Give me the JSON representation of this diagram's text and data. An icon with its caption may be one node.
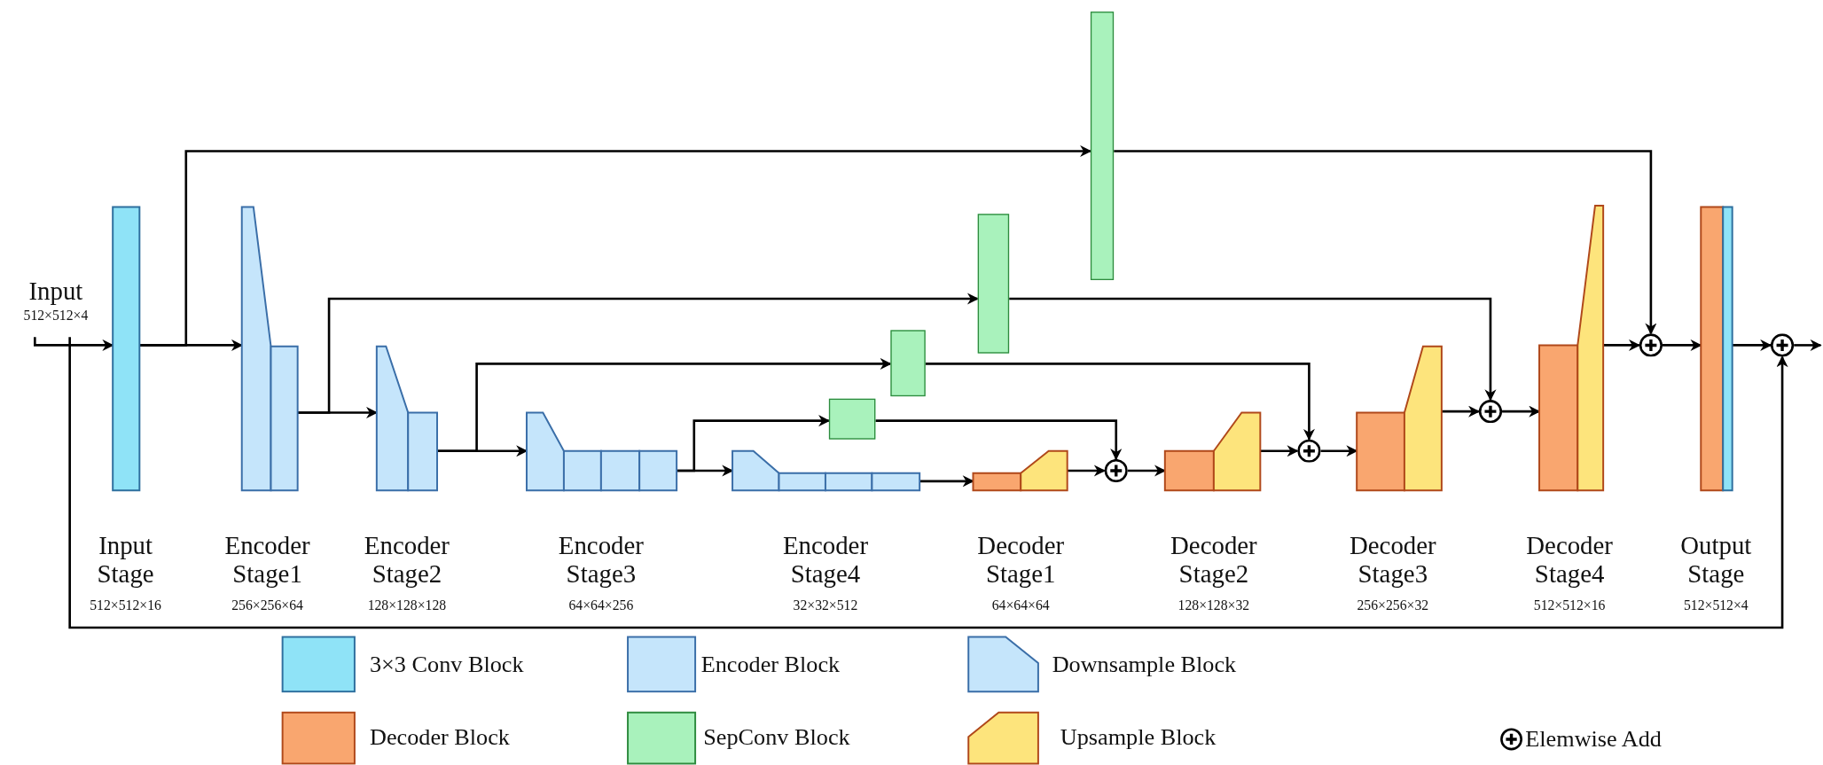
{
  "diagram": {
    "nodes": [
      {
        "text": [
          "Input",
          "512×512×4"
        ]
      },
      {
        "text": [
          "Input Stage"
        ]
      },
      {
        "text": [
          "Encoder Stage1"
        ]
      },
      {
        "text": [
          "Encoder Stage2"
        ]
      },
      {
        "text": [
          "Encoder Stage3"
        ]
      },
      {
        "text": [
          "Encoder Stage4"
        ]
      },
      {
        "text": [
          "Decoder Stage1"
        ]
      },
      {
        "text": [
          "Decoder Stage2"
        ]
      },
      {
        "text": [
          "Decoder Stage3"
        ]
      },
      {
        "text": [
          "Decoder Stage4"
        ]
      },
      {
        "text": [
          "Output Stage"
        ]
      },
      {
        "text": [],
        "shape": "box"
      },
      {
        "text": [],
        "shape": "box"
      },
      {
        "text": [],
        "shape": "box"
      },
      {
        "text": [],
        "shape": "box"
      },
      {
        "text": [],
        "shape": "circle"
      },
      {
        "text": [],
        "shape": "circle"
      },
      {
        "text": [],
        "shape": "circle"
      },
      {
        "text": [],
        "shape": "circle"
      },
      {
        "text": [],
        "shape": "circle"
      }
    ],
    "edges": [
      {
        "from": 0,
        "to": 1,
        "arrow": "to"
      },
      {
        "from": 1,
        "to": 2,
        "arrow": "to"
      },
      {
        "from": 1,
        "to": 14,
        "arrow": "to"
      },
      {
        "from": 0,
        "to": 19,
        "arrow": "to"
      },
      {
        "from": 2,
        "to": 3,
        "arrow": "to"
      },
      {
        "from": 2,
        "to": 13,
        "arrow": "to"
      },
      {
        "from": 3,
        "to": 4,
        "arrow": "to"
      },
      {
        "from": 3,
        "to": 12,
        "arrow": "to"
      },
      {
        "from": 4,
        "to": 5,
        "arrow": "to"
      },
      {
        "from": 4,
        "to": 11,
        "arrow": "to"
      },
      {
        "from": 5,
        "to": 6,
        "arrow": "to"
      },
      {
        "from": 11,
        "to": 15,
        "arrow": "to"
      },
      {
        "from": 6,
        "to": 15,
        "arrow": "to"
      },
      {
        "from": 15,
        "to": 7,
        "arrow": "to"
      },
      {
        "from": 12,
        "to": 16,
        "arrow": "to"
      },
      {
        "from": 7,
        "to": 16,
        "arrow": "to"
      },
      {
        "from": 16,
        "to": 8,
        "arrow": "to"
      },
      {
        "from": 13,
        "to": 17,
        "arrow": "to"
      },
      {
        "from": 8,
        "to": 17,
        "arrow": "to"
      },
      {
        "from": 17,
        "to": 9,
        "arrow": "to"
      },
      {
        "from": 14,
        "to": 18,
        "arrow": "to"
      },
      {
        "from": 9,
        "to": 18,
        "arrow": "to"
      },
      {
        "from": 18,
        "to": 10,
        "arrow": "to"
      },
      {
        "from": 10,
        "to": 19,
        "arrow": "to"
      },
      {
        "from": 19,
        "to": null,
        "arrow": "to"
      }
    ],
    "labels": [
      "512×512×16",
      "256×256×64",
      "128×128×128",
      "64×64×256",
      "32×32×512",
      "64×64×64",
      "128×128×32",
      "256×256×32",
      "512×512×16",
      "512×512×4"
    ],
    "legend": [
      {
        "text": "3×3 Conv Block",
        "color": "#8fe3f7"
      },
      {
        "text": "Encoder Block",
        "color": "#c5e5fb"
      },
      {
        "text": "Downsample Block"
      },
      {
        "text": "Decoder Block",
        "color": "#f9a66f"
      },
      {
        "text": "SepConv Block",
        "color": "#a9f2bc"
      },
      {
        "text": "Upsample Block"
      },
      {
        "text": "Elemwise Add"
      }
    ]
  }
}
